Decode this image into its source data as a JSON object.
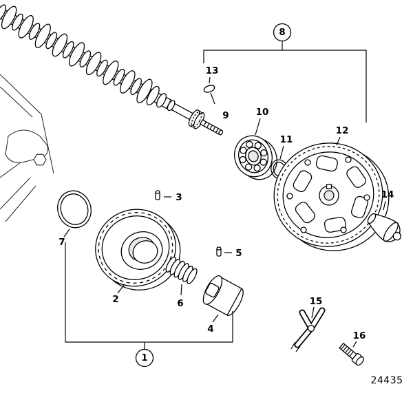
{
  "diagram": {
    "drawing_number": "24435",
    "callouts": {
      "c1": {
        "label": "1",
        "circled": true
      },
      "c2": {
        "label": "2",
        "circled": false
      },
      "c3": {
        "label": "3",
        "circled": false
      },
      "c4": {
        "label": "4",
        "circled": false
      },
      "c5": {
        "label": "5",
        "circled": false
      },
      "c6": {
        "label": "6",
        "circled": false
      },
      "c7": {
        "label": "7",
        "circled": false
      },
      "c8": {
        "label": "8",
        "circled": true
      },
      "c9": {
        "label": "9",
        "circled": false
      },
      "c10": {
        "label": "10",
        "circled": false
      },
      "c11": {
        "label": "11",
        "circled": false
      },
      "c12": {
        "label": "12",
        "circled": false
      },
      "c13": {
        "label": "13",
        "circled": false
      },
      "c14": {
        "label": "14",
        "circled": false
      },
      "c15": {
        "label": "15",
        "circled": false
      },
      "c16": {
        "label": "16",
        "circled": false
      }
    }
  }
}
